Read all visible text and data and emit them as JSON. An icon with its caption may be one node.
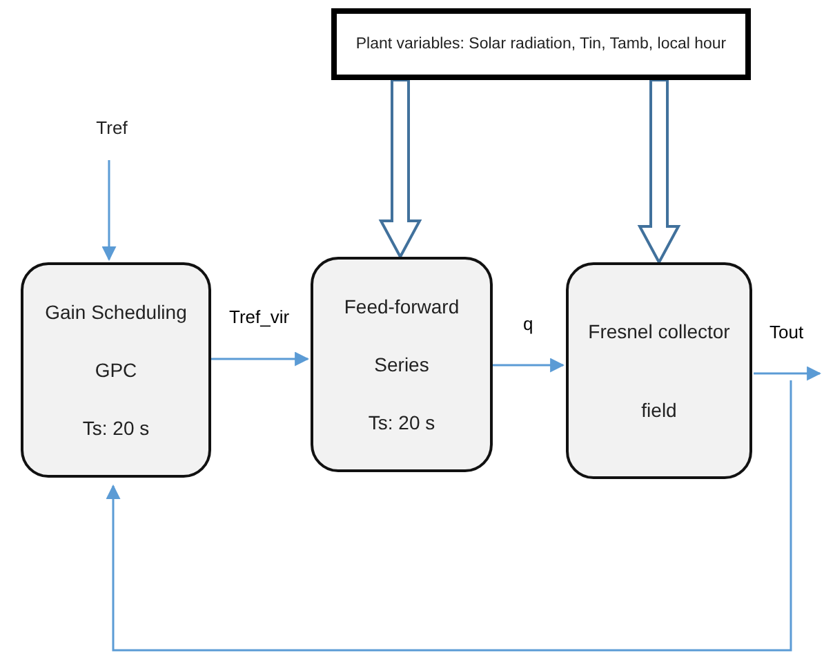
{
  "diagram": {
    "nodes": [
      {
        "text": [
          "Plant variables: Solar radiation, Tin, Tamb, local hour"
        ]
      },
      {
        "text": [
          "Tref"
        ]
      },
      {
        "text": [
          "Gain Scheduling",
          "GPC",
          "Ts: 20 s"
        ]
      },
      {
        "text": [
          "Feed-forward",
          "Series",
          "Ts: 20 s"
        ]
      },
      {
        "text": [
          "Fresnel collector",
          "field"
        ]
      }
    ],
    "edges": [
      {
        "from": 0,
        "to": 3,
        "arrow": "to",
        "style": "thick"
      },
      {
        "from": 0,
        "to": 4,
        "arrow": "to",
        "style": "thick"
      },
      {
        "from": 1,
        "to": 2,
        "arrow": "to"
      },
      {
        "from": 2,
        "to": 3,
        "arrow": "to",
        "label": "Tref_vir"
      },
      {
        "from": 3,
        "to": 4,
        "arrow": "to",
        "label": "q"
      },
      {
        "from": 4,
        "to": null,
        "arrow": "to",
        "label": "Tout"
      },
      {
        "from": 4,
        "to": 2,
        "arrow": "to"
      }
    ]
  }
}
